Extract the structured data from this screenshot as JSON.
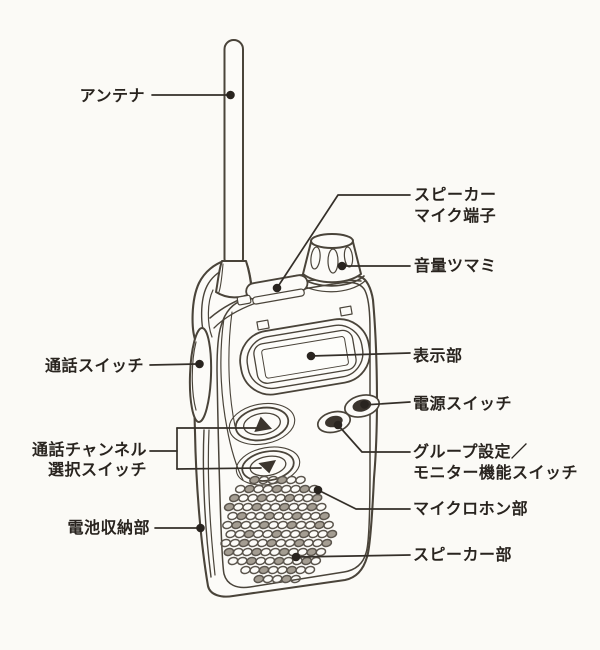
{
  "diagram": {
    "type": "labeled-parts-diagram",
    "subject": "handheld-transceiver"
  },
  "labels": {
    "antenna": "アンテナ",
    "speaker_mic_terminal": [
      "スピーカー",
      "マイク端子"
    ],
    "volume_knob": "音量ツマミ",
    "talk_switch": "通話スイッチ",
    "display": "表示部",
    "power_switch": "電源スイッチ",
    "channel_select": [
      "通話チャンネル",
      "選択スイッチ"
    ],
    "group_monitor": [
      "グループ設定／",
      "モニター機能スイッチ"
    ],
    "battery": "電池収納部",
    "microphone": "マイクロホン部",
    "speaker": "スピーカー部"
  },
  "colors": {
    "background": "#fbfaf6",
    "paper_fill": "#fcfbf8",
    "line": "#4a443a",
    "leader": "#342f29",
    "text": "#29241f",
    "dark_fill": "#3b352e",
    "grille_shade": "#a49d92"
  }
}
